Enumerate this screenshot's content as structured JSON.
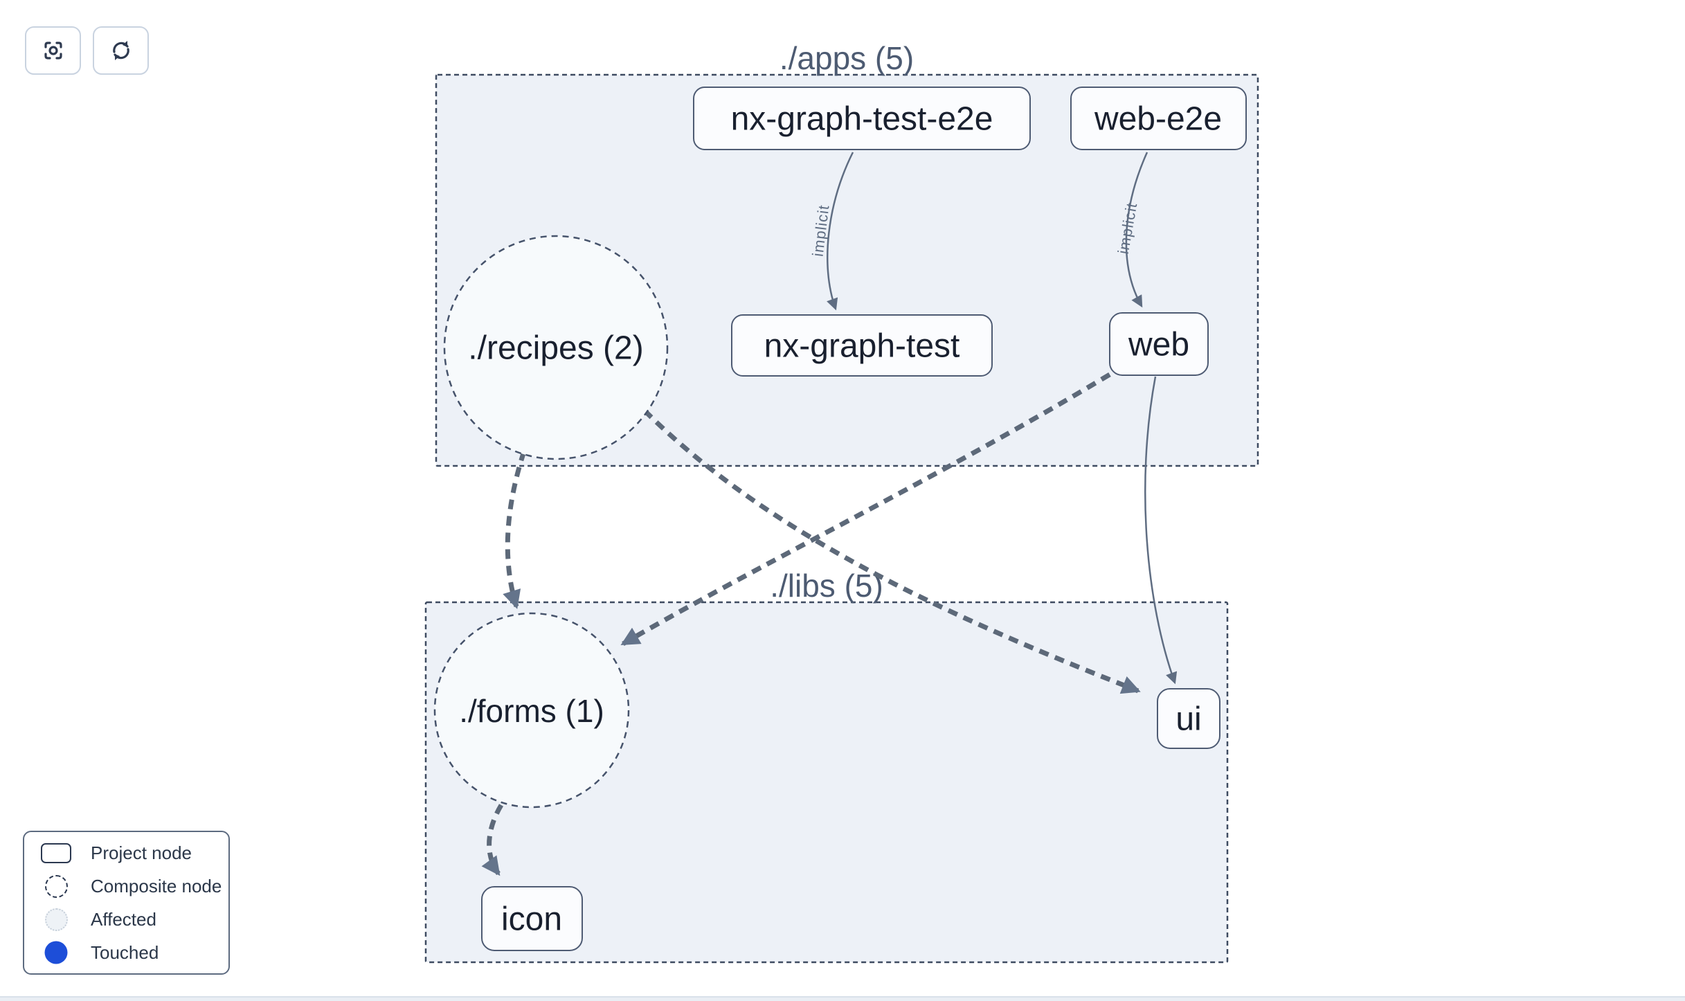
{
  "toolbar": {
    "focus_button": {
      "icon": "focus-icon"
    },
    "refresh_button": {
      "icon": "refresh-icon"
    }
  },
  "graph": {
    "groups": [
      {
        "id": "apps",
        "label": "./apps (5)"
      },
      {
        "id": "libs",
        "label": "./libs (5)"
      }
    ],
    "composite_nodes": [
      {
        "id": "recipes",
        "label": "./recipes (2)"
      },
      {
        "id": "forms",
        "label": "./forms (1)"
      }
    ],
    "project_nodes": [
      {
        "id": "nx-graph-test-e2e",
        "label": "nx-graph-test-e2e"
      },
      {
        "id": "web-e2e",
        "label": "web-e2e"
      },
      {
        "id": "nx-graph-test",
        "label": "nx-graph-test"
      },
      {
        "id": "web",
        "label": "web"
      },
      {
        "id": "ui",
        "label": "ui"
      },
      {
        "id": "icon",
        "label": "icon"
      }
    ],
    "edges": [
      {
        "from": "nx-graph-test-e2e",
        "to": "nx-graph-test",
        "label": "implicit",
        "style": "solid-thin"
      },
      {
        "from": "web-e2e",
        "to": "web",
        "label": "implicit",
        "style": "solid-thin"
      },
      {
        "from": "./recipes (2)",
        "to": "./forms (1)",
        "label": "",
        "style": "dashed-thick"
      },
      {
        "from": "./recipes (2)",
        "to": "ui",
        "label": "",
        "style": "dashed-thick"
      },
      {
        "from": "web",
        "to": "./forms (1)",
        "label": "",
        "style": "dashed-thick"
      },
      {
        "from": "web",
        "to": "ui",
        "label": "",
        "style": "solid-thin"
      },
      {
        "from": "./forms (1)",
        "to": "icon",
        "label": "",
        "style": "dashed-thick"
      }
    ]
  },
  "legend": {
    "items": [
      {
        "label": "Project node",
        "swatch": "project"
      },
      {
        "label": "Composite node",
        "swatch": "composite"
      },
      {
        "label": "Affected",
        "swatch": "affected"
      },
      {
        "label": "Touched",
        "swatch": "touched"
      }
    ]
  },
  "colors": {
    "touched": "#1d4ed8",
    "affected_fill": "#eef2f6",
    "affected_border": "#c6cfda",
    "group_fill": "#edf1f7",
    "node_fill": "#fbfcfe",
    "node_border": "#4e5b73",
    "node_text": "#19202f",
    "group_title": "#4d5b72",
    "edge": "#5d6979",
    "edge_label": "#5f6d82"
  }
}
